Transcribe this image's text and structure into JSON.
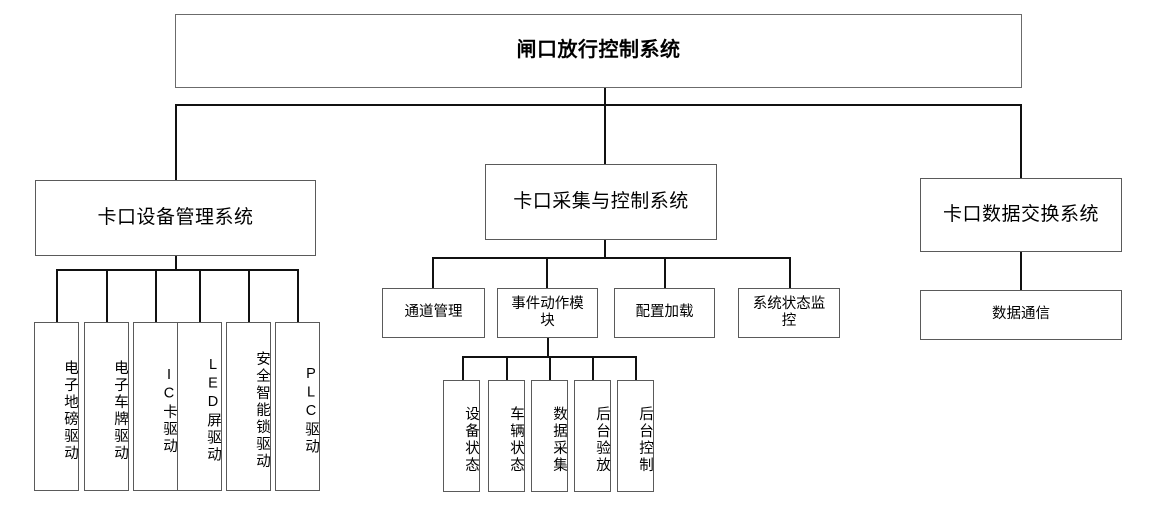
{
  "diagram": {
    "type": "tree-hierarchy",
    "orientation": "top-down",
    "root": {
      "label": "闸口放行控制系统"
    },
    "branches": [
      {
        "label": "卡口设备管理系统",
        "children": [
          {
            "label": "电子地磅驱动",
            "text_orientation": "vertical"
          },
          {
            "label": "电子车牌驱动",
            "text_orientation": "vertical"
          },
          {
            "label": "IC卡驱动",
            "text_orientation": "vertical"
          },
          {
            "label": "LED屏驱动",
            "text_orientation": "vertical"
          },
          {
            "label": "安全智能锁驱动",
            "text_orientation": "vertical"
          },
          {
            "label": "PLC驱动",
            "text_orientation": "vertical"
          }
        ]
      },
      {
        "label": "卡口采集与控制系统",
        "children": [
          {
            "label": "通道管理",
            "text_orientation": "horizontal"
          },
          {
            "label": "事件动作模块",
            "text_orientation": "horizontal"
          },
          {
            "label": "配置加载",
            "text_orientation": "horizontal"
          },
          {
            "label": "系统状态监控",
            "text_orientation": "horizontal"
          }
        ],
        "grandchildren": [
          {
            "label": "设备状态",
            "text_orientation": "vertical"
          },
          {
            "label": "车辆状态",
            "text_orientation": "vertical"
          },
          {
            "label": "数据采集",
            "text_orientation": "vertical"
          },
          {
            "label": "后台验放",
            "text_orientation": "vertical"
          },
          {
            "label": "后台控制",
            "text_orientation": "vertical"
          }
        ]
      },
      {
        "label": "卡口数据交换系统",
        "children": [
          {
            "label": "数据通信",
            "text_orientation": "horizontal"
          }
        ]
      }
    ],
    "colors": {
      "box_border": "#5a5a5a",
      "connector": "#111111",
      "background": "#ffffff",
      "text": "#000000"
    }
  }
}
